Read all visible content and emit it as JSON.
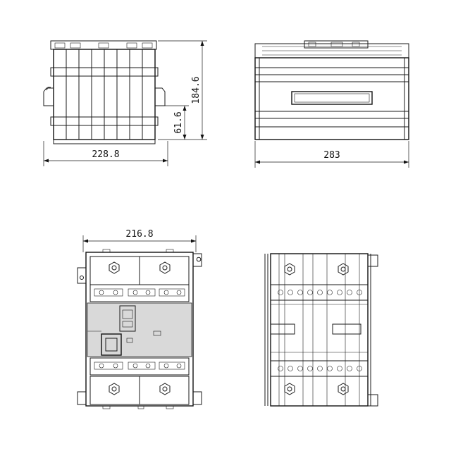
{
  "dimensions": {
    "front_width": "228.8",
    "front_height": "184.6",
    "front_mount": "61.6",
    "side_width": "283",
    "top_width": "216.8"
  }
}
